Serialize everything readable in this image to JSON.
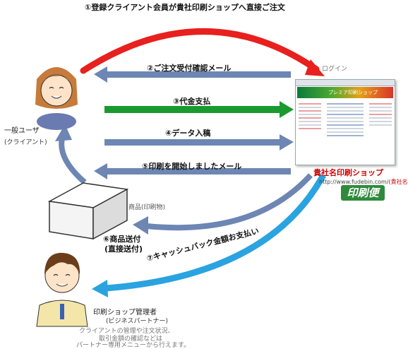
{
  "steps": {
    "s1": "①登録クライアント会員が貴社印刷ショップへ直接ご注文",
    "s2": "②ご注文受付確認メール",
    "s3": "③代金支払",
    "s4": "④データ入稿",
    "s5": "⑤印刷を開始しましたメール",
    "s6a": "⑥商品送付",
    "s6b": "(直接送付)",
    "s7": "⑦キャッシュバック金額お支払い"
  },
  "client": {
    "title": "一般ユーザ",
    "subtitle": "(クライアント)"
  },
  "shop": {
    "login": "ログイン",
    "name": "貴社名印刷ショップ",
    "url_prefix": "http://www.fudebin.com/",
    "url_suffix": "(貴社名)",
    "logo": "印刷便",
    "site_banner": "プレミア印刷ショップ"
  },
  "product": {
    "label": "商品(印刷物)"
  },
  "manager": {
    "title": "印刷ショップ管理者",
    "subtitle": "(ビジネスパートナー)",
    "note1": "クライアントの管理や注文状況、",
    "note2": "取引金額の確認などは",
    "note3": "パートナー専用メニューから行えます。"
  },
  "colors": {
    "red": "#e8201e",
    "blue": "#6d86b3",
    "green": "#1a9a2e",
    "lightblue": "#2aa3e0",
    "shop_name": "#d00000"
  }
}
